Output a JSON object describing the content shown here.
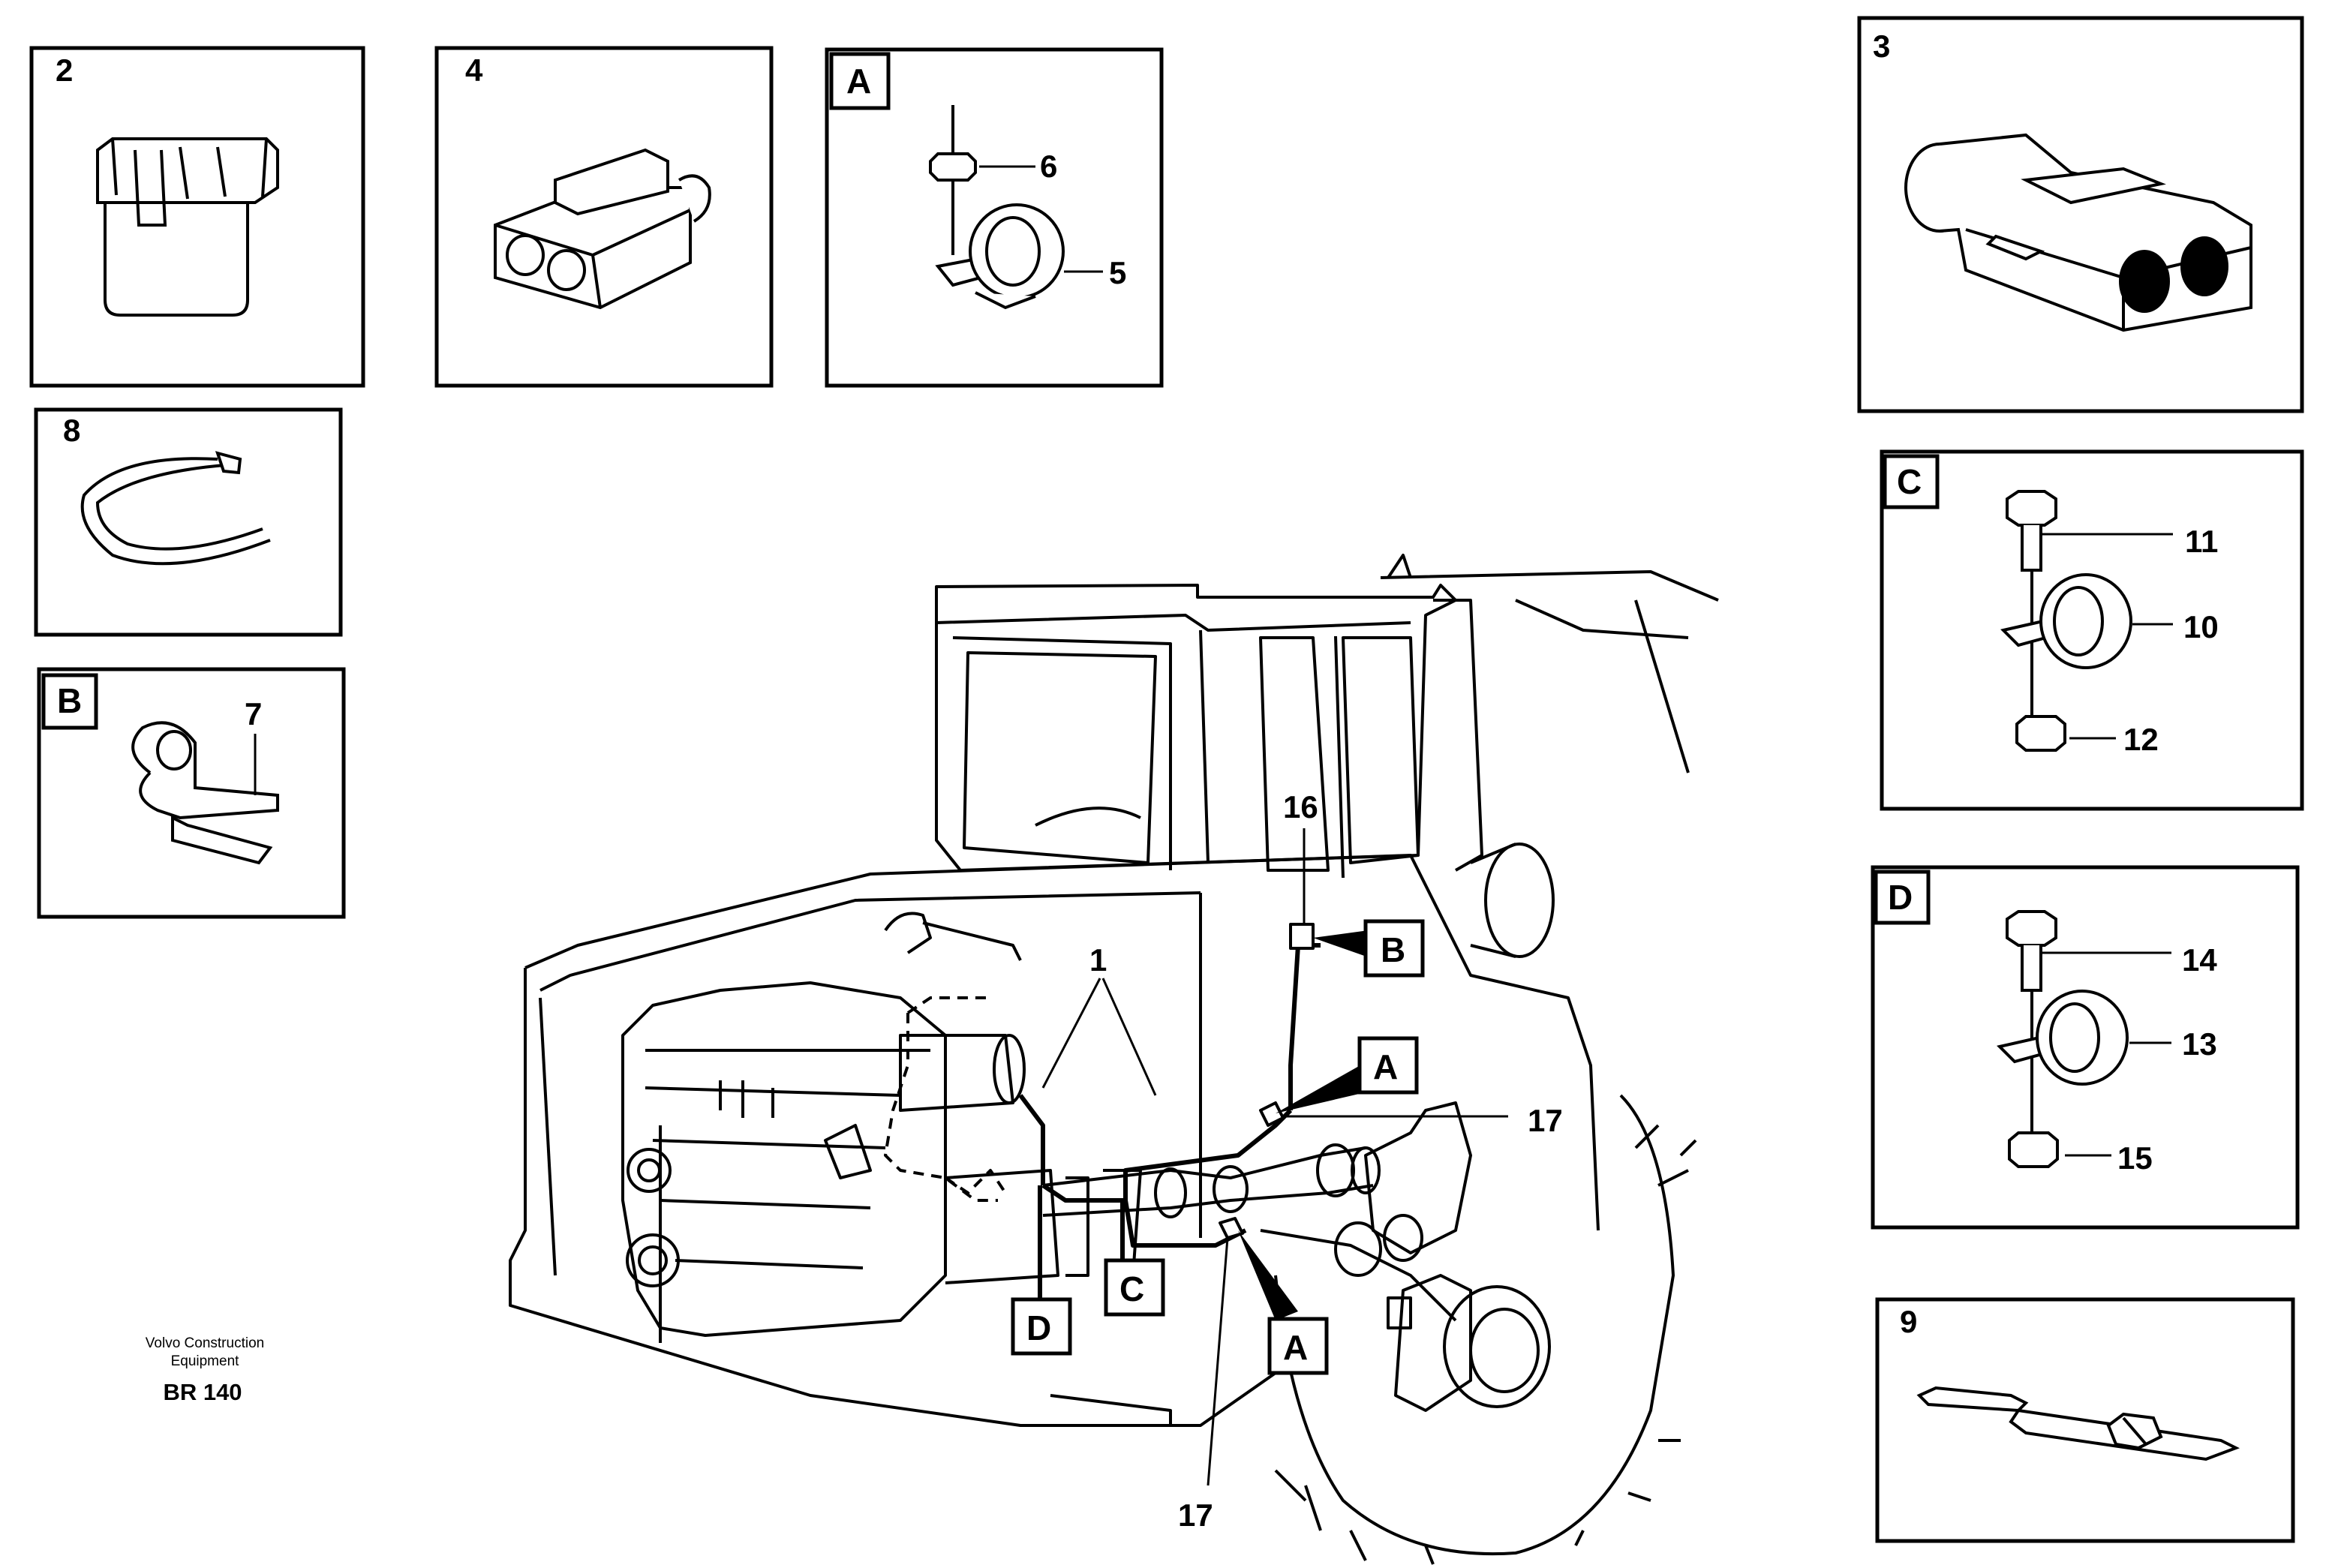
{
  "detail_panels": [
    {
      "id": "panel-2",
      "tag": "2",
      "tag_boxed": false,
      "callouts": []
    },
    {
      "id": "panel-4",
      "tag": "4",
      "tag_boxed": false,
      "callouts": []
    },
    {
      "id": "panel-A",
      "tag": "A",
      "tag_boxed": true,
      "callouts": [
        "6",
        "5"
      ]
    },
    {
      "id": "panel-3",
      "tag": "3",
      "tag_boxed": false,
      "callouts": []
    },
    {
      "id": "panel-8",
      "tag": "8",
      "tag_boxed": false,
      "callouts": []
    },
    {
      "id": "panel-B",
      "tag": "B",
      "tag_boxed": true,
      "callouts": [
        "7"
      ]
    },
    {
      "id": "panel-C",
      "tag": "C",
      "tag_boxed": true,
      "callouts": [
        "11",
        "10",
        "12"
      ]
    },
    {
      "id": "panel-D",
      "tag": "D",
      "tag_boxed": true,
      "callouts": [
        "14",
        "13",
        "15"
      ]
    },
    {
      "id": "panel-9",
      "tag": "9",
      "tag_boxed": false,
      "callouts": []
    }
  ],
  "main_callouts": {
    "wiring_harness": "1",
    "clip_16": "16",
    "clip_17_upper": "17",
    "clip_17_lower": "17",
    "ref_B": "B",
    "ref_A_upper": "A",
    "ref_A_lower": "A",
    "ref_C": "C",
    "ref_D": "D"
  },
  "caption": {
    "manufacturer_line1": "Volvo Construction",
    "manufacturer_line2": "Equipment",
    "model": "BR 140"
  },
  "colors": {
    "ink": "#000000",
    "paper": "#ffffff"
  }
}
